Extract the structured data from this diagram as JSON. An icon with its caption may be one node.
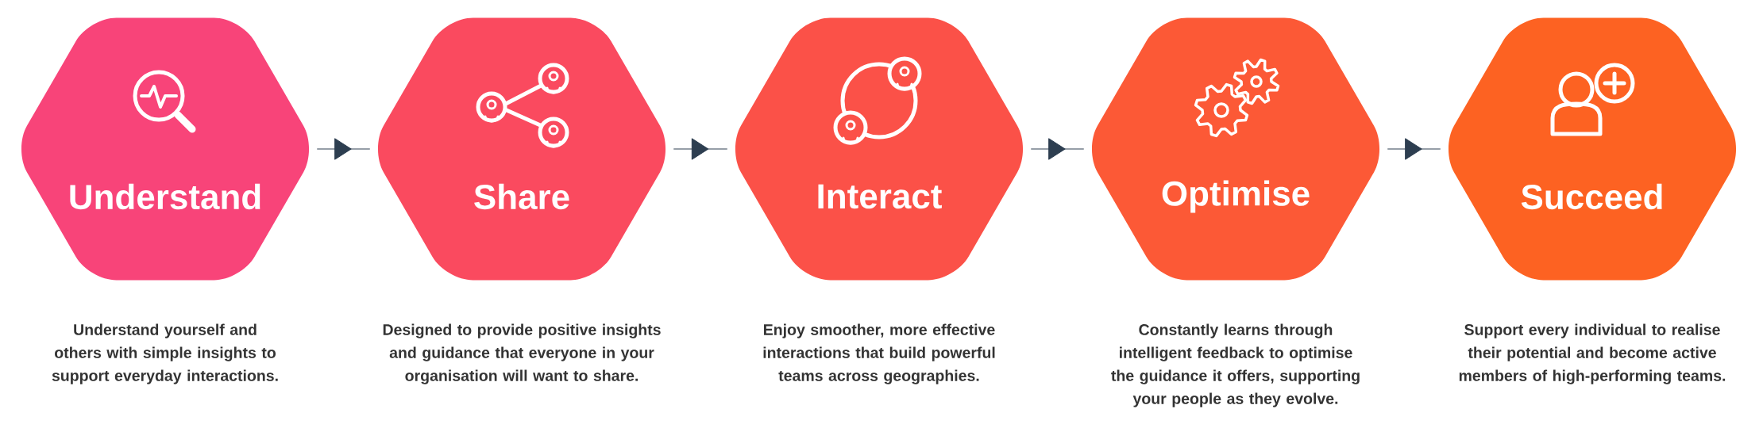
{
  "diagram": {
    "nodes": [
      {
        "text": [
          "Understand"
        ],
        "beside": [
          "Understand yourself and others with simple insights to support everyday interactions."
        ]
      },
      {
        "text": [
          "Share"
        ],
        "beside": [
          "Designed to provide positive insights and guidance that everyone in your organisation will want to share."
        ]
      },
      {
        "text": [
          "Interact"
        ],
        "beside": [
          "Enjoy smoother, more effective interactions that build powerful teams across geographies."
        ]
      },
      {
        "text": [
          "Optimise"
        ],
        "beside": [
          "Constantly learns through intelligent feedback to optimise the guidance it offers, supporting your people as they evolve."
        ]
      },
      {
        "text": [
          "Succeed"
        ],
        "beside": [
          "Support every individual to realise their potential and become active members of high-performing teams."
        ]
      }
    ],
    "edges": [
      {
        "from": 0,
        "to": 1,
        "arrow": "to"
      },
      {
        "from": 1,
        "to": 2,
        "arrow": "to"
      },
      {
        "from": 2,
        "to": 3,
        "arrow": "to"
      },
      {
        "from": 3,
        "to": 4,
        "arrow": "to"
      }
    ]
  }
}
